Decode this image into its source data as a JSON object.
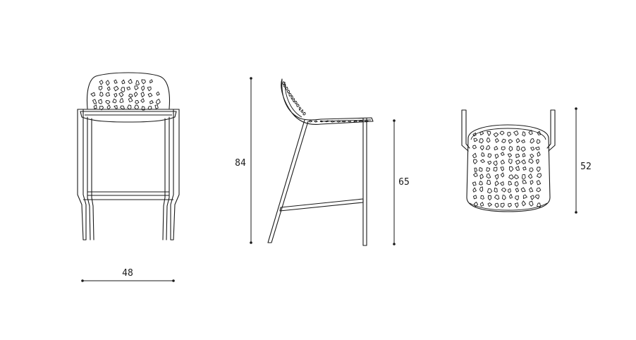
{
  "dimensions": {
    "width": "48",
    "total_height": "84",
    "seat_height": "65",
    "depth": "52"
  },
  "colors": {
    "line": "#1a1a1a",
    "background": "#ffffff"
  }
}
